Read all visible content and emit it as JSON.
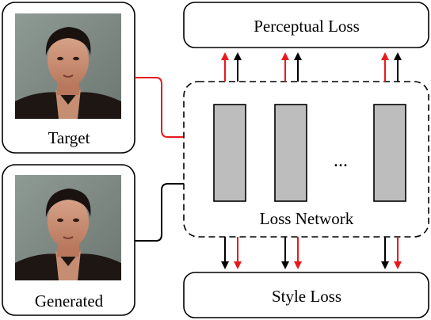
{
  "labels": {
    "target": "Target",
    "generated": "Generated",
    "perceptual_loss": "Perceptual Loss",
    "style_loss": "Style Loss",
    "loss_network": "Loss Network",
    "ellipsis": "..."
  },
  "colors": {
    "red_arrow": "#e8191d",
    "black_arrow": "#000000",
    "feature_map": "#bdbdbd"
  }
}
